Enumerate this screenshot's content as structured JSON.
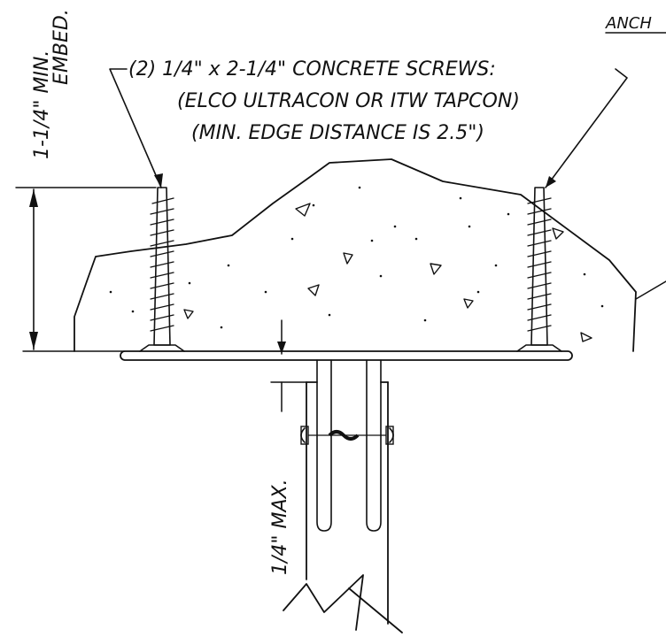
{
  "top_label": "ANCH",
  "callout": {
    "line1": "(2) 1/4\" x 2-1/4\" CONCRETE SCREWS:",
    "line2": "(ELCO ULTRACON OR ITW TAPCON)",
    "line3": "(MIN. EDGE DISTANCE IS 2.5\")"
  },
  "embed_dimension": {
    "line1": "1-1/4\" MIN.",
    "line2": "EMBED."
  },
  "gap_dimension": "1/4\" MAX."
}
